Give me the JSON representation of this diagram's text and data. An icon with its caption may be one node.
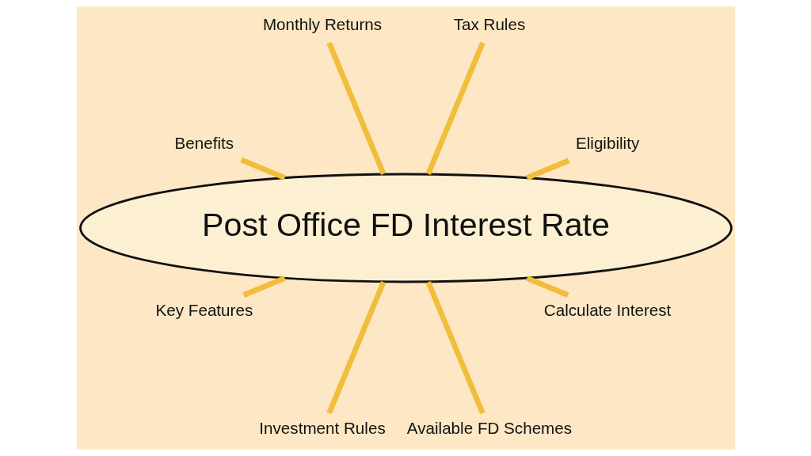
{
  "diagram": {
    "nodes": [
      {
        "text": [
          "Post Office FD Interest Rate"
        ]
      },
      {
        "text": [
          "Eligibility"
        ]
      },
      {
        "text": [
          "Tax Rules"
        ]
      },
      {
        "text": [
          "Monthly Returns"
        ]
      },
      {
        "text": [
          "Benefits"
        ]
      },
      {
        "text": [
          "Key Features"
        ]
      },
      {
        "text": [
          "Investment Rules"
        ]
      },
      {
        "text": [
          "Available FD Schemes"
        ]
      },
      {
        "text": [
          "Calculate Interest"
        ]
      }
    ],
    "edges": [
      {
        "from": 0,
        "to": 2,
        "arrow": "none"
      },
      {
        "from": 0,
        "to": 4,
        "arrow": "none"
      },
      {
        "from": 0,
        "to": 6,
        "arrow": "none"
      },
      {
        "from": 0,
        "to": 8,
        "arrow": "none"
      },
      {
        "from": 0,
        "to": 7,
        "arrow": "none"
      },
      {
        "from": 0,
        "to": 5,
        "arrow": "none"
      },
      {
        "from": 0,
        "to": 3,
        "arrow": "none"
      },
      {
        "from": 0,
        "to": 1,
        "arrow": "none"
      }
    ]
  }
}
